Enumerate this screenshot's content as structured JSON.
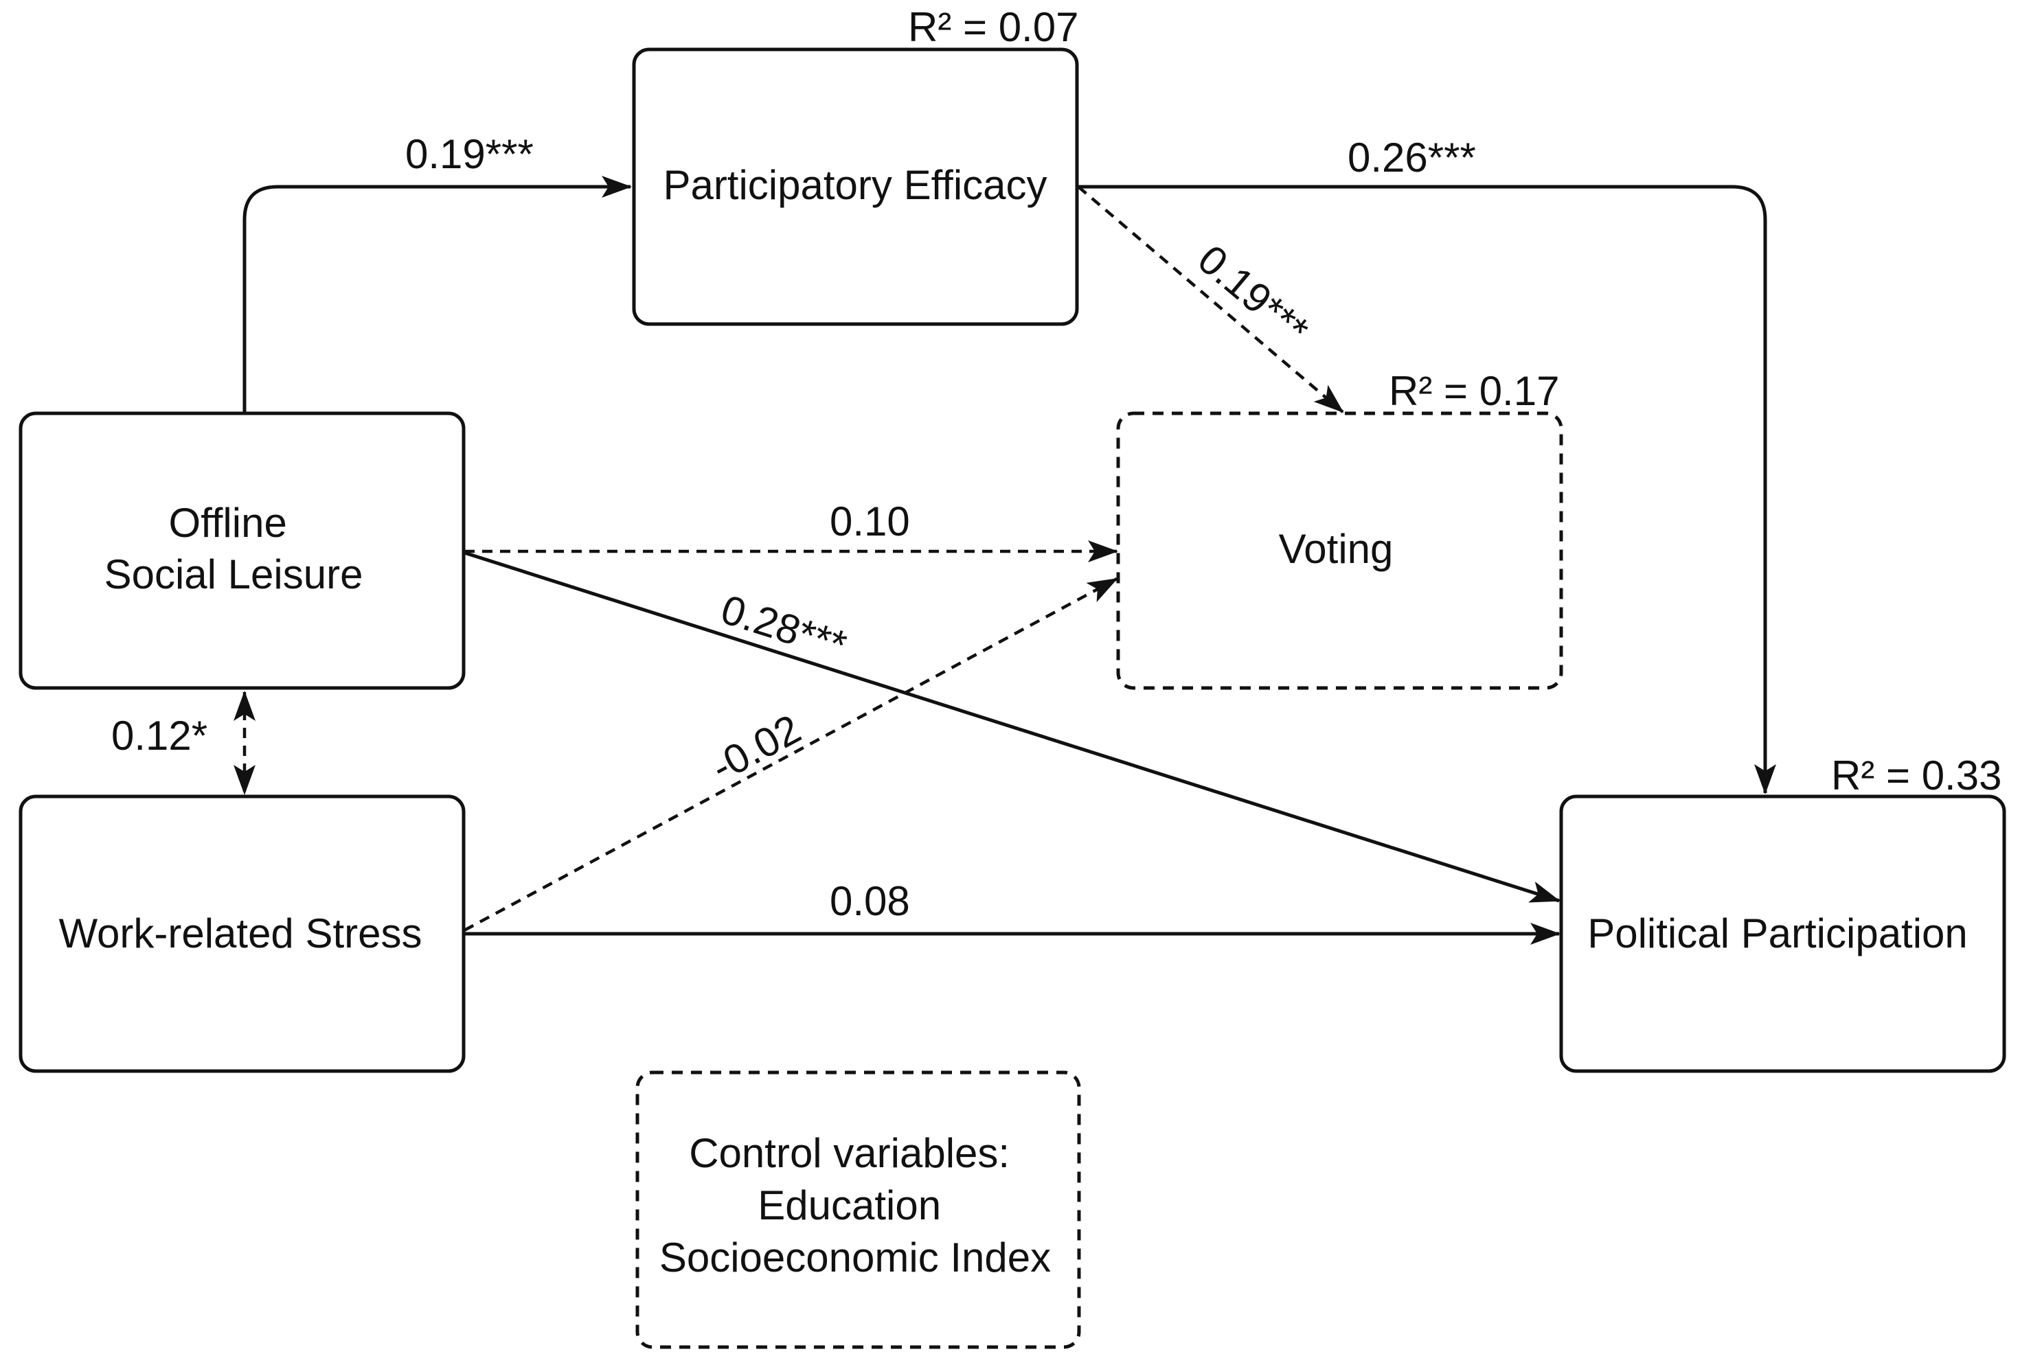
{
  "nodes": {
    "participatory_efficacy": {
      "lines": [
        "Participatory Efficacy"
      ],
      "r2": "R² = 0.07"
    },
    "offline_social_leisure": {
      "lines": [
        "Offline",
        "Social Leisure"
      ]
    },
    "work_related_stress": {
      "lines": [
        "Work-related Stress"
      ]
    },
    "voting": {
      "lines": [
        "Voting"
      ],
      "r2": "R² = 0.17"
    },
    "political_participation": {
      "lines": [
        "Political Participation"
      ],
      "r2": "R² = 0.33"
    },
    "control_variables": {
      "lines": [
        "Control variables:",
        "Education",
        "Socioeconomic Index"
      ]
    }
  },
  "paths": {
    "leisure_to_efficacy": "0.19***",
    "efficacy_to_participation": "0.26***",
    "efficacy_to_voting": "0.19***",
    "leisure_to_voting": "0.10",
    "leisure_to_participation": "0.28***",
    "leisure_stress_covariance": "0.12*",
    "stress_to_voting": "-0.02",
    "stress_to_participation": "0.08"
  }
}
